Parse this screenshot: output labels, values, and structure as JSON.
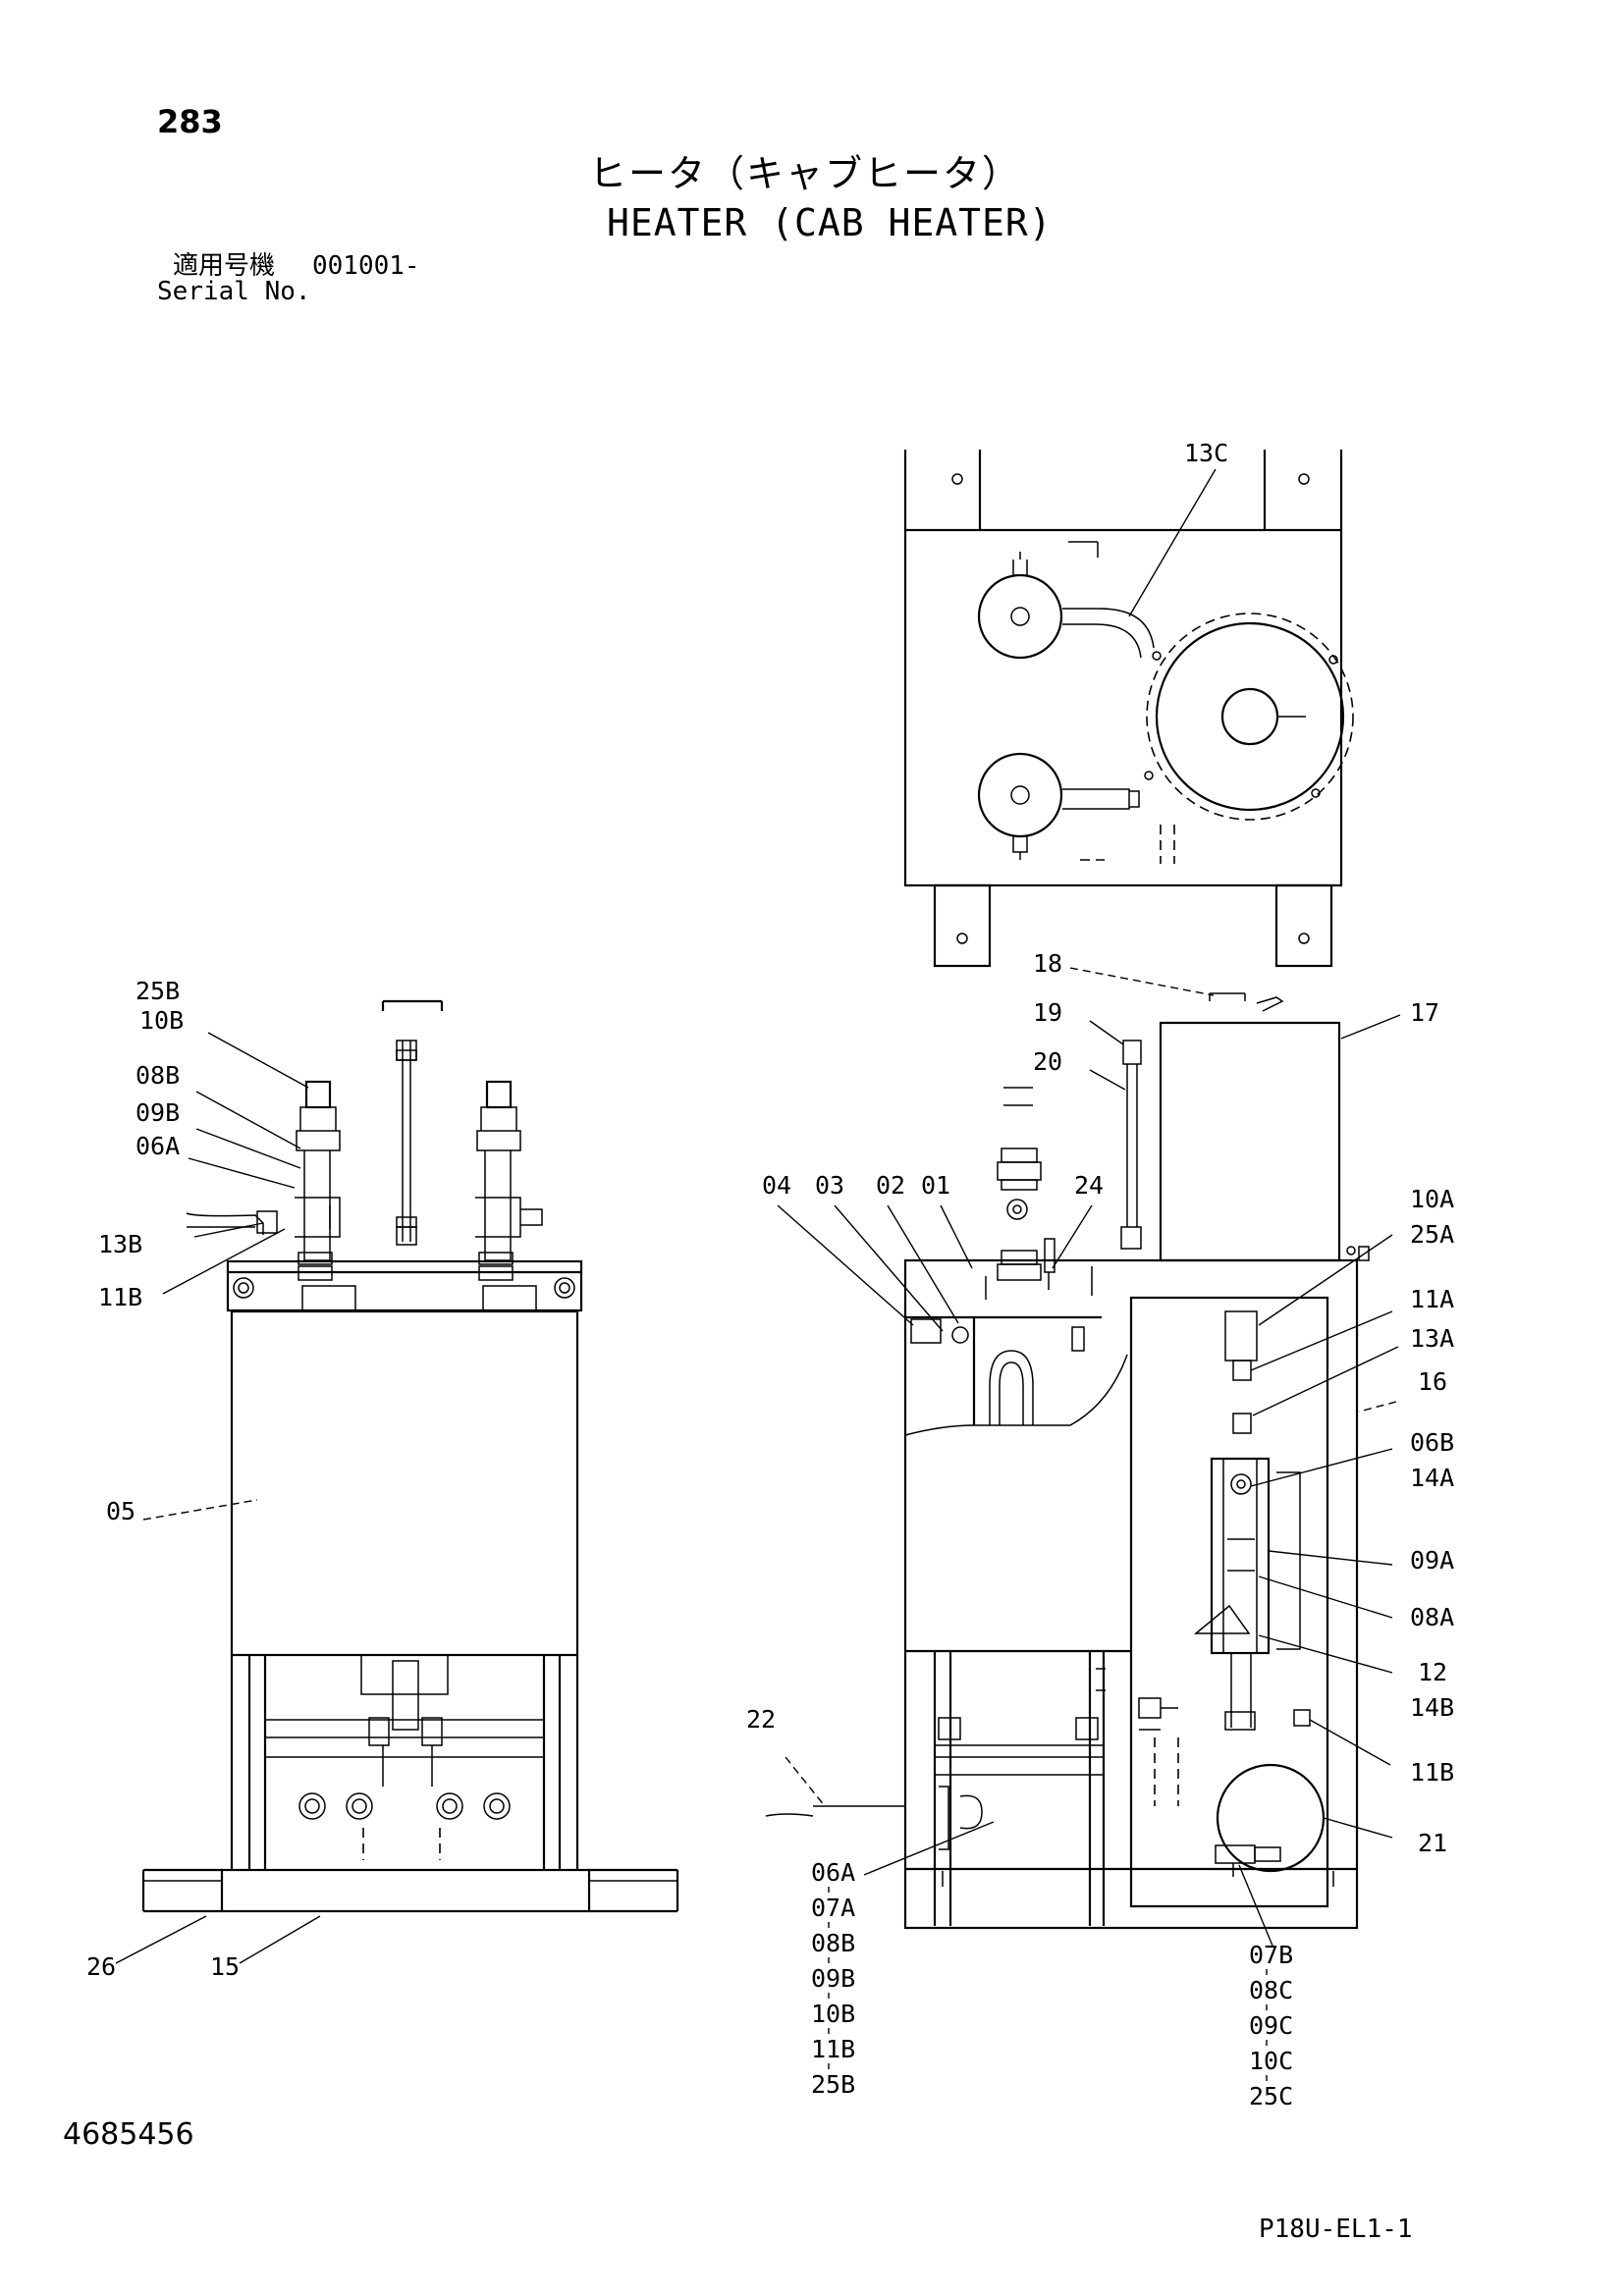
{
  "header": {
    "page_number": "283",
    "title_jp": "ヒータ（キャブヒータ）",
    "title_en": "HEATER (CAB HEATER)",
    "serial_label_jp": "適用号機",
    "serial_value": "001001-",
    "serial_label_en": "Serial No."
  },
  "footer": {
    "doc_number": "4685456",
    "sheet_code": "P18U-EL1-1"
  },
  "callouts": {
    "left_view": [
      "25B",
      "10B",
      "08B",
      "09B",
      "06A",
      "13B",
      "11B",
      "05",
      "26",
      "15"
    ],
    "top_view": [
      "13C"
    ],
    "right_view": [
      "18",
      "19",
      "17",
      "20",
      "04",
      "03",
      "02",
      "01",
      "24",
      "10A",
      "25A",
      "11A",
      "13A",
      "16",
      "06B",
      "14A",
      "09A",
      "08A",
      "12",
      "14B",
      "11B",
      "21",
      "22"
    ],
    "group_left": [
      "06A",
      "07A",
      "08B",
      "09B",
      "10B",
      "11B",
      "25B"
    ],
    "group_right": [
      "07B",
      "08C",
      "09C",
      "10C",
      "25C"
    ]
  }
}
